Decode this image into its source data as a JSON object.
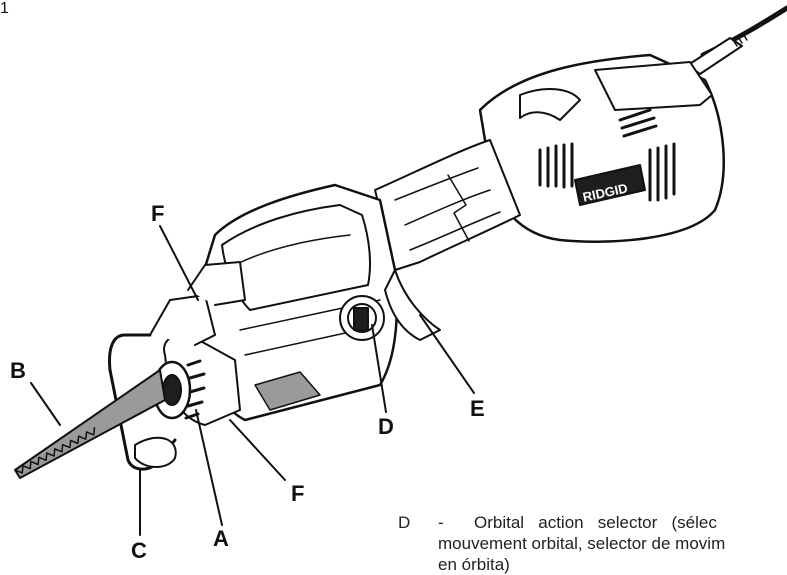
{
  "figure": {
    "mark": "1",
    "callouts": {
      "A": "A",
      "B": "B",
      "C": "C",
      "D": "D",
      "E": "E",
      "F_top": "F",
      "F_bottom": "F"
    },
    "tool_brand": "RIDGID",
    "caption": {
      "letter": "D",
      "dash": "-",
      "line1": "Orbital   action   selector   (sélec",
      "line2": "mouvement orbital, selector de movim",
      "line3": "en órbita)"
    }
  },
  "colors": {
    "ink": "#111111",
    "paper": "#ffffff",
    "shade": "#9a9a9a",
    "dark_fill": "#1e1e1e"
  }
}
